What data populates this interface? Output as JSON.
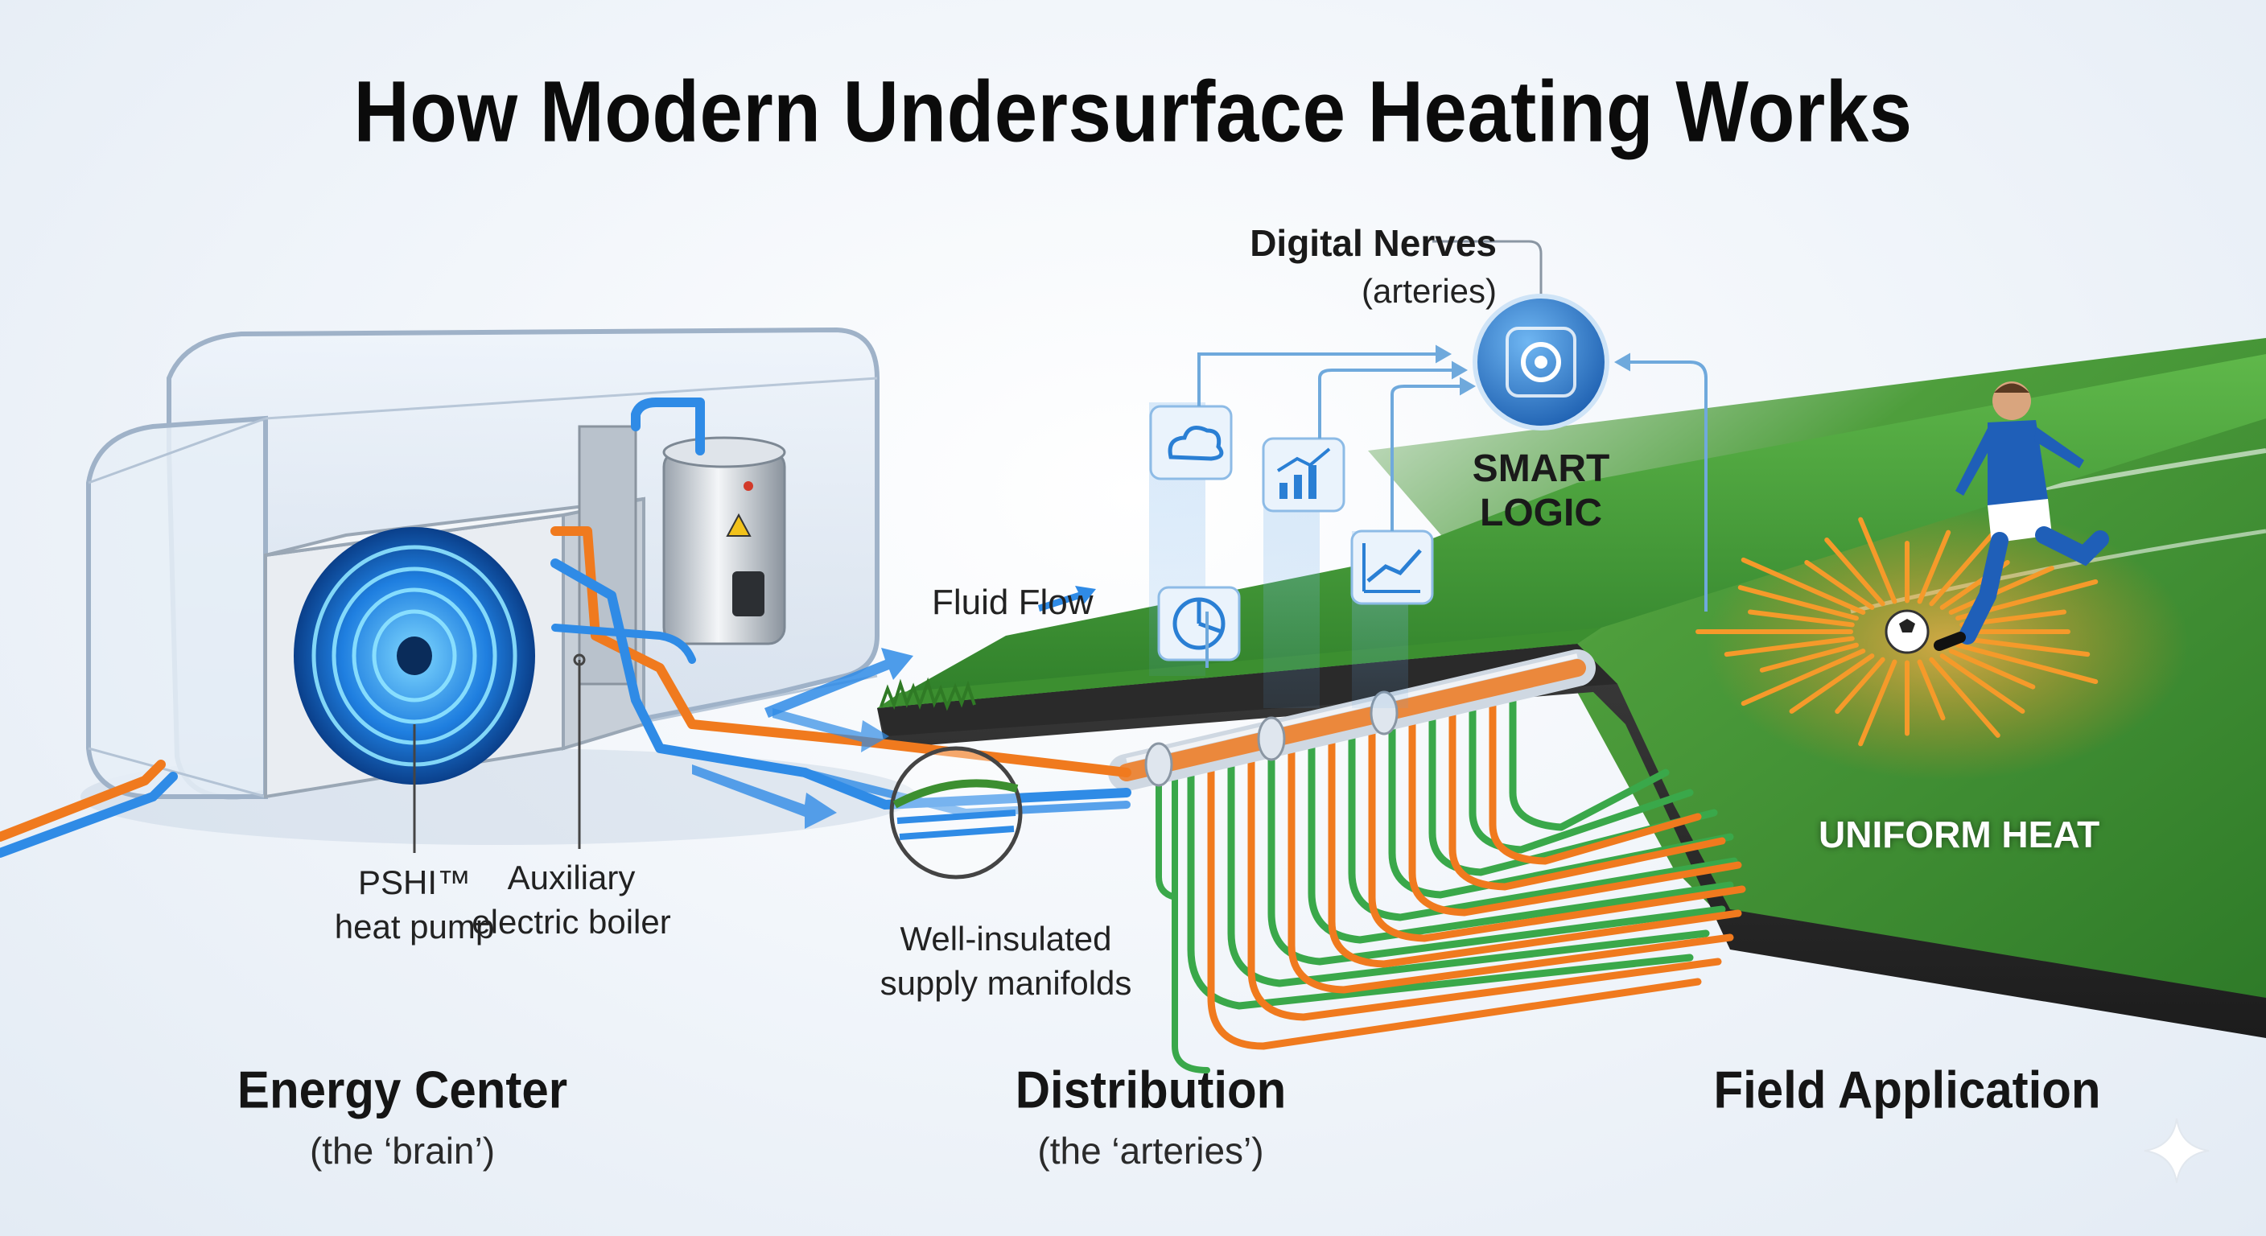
{
  "title": "How Modern Undersurface Heating Works",
  "sections": {
    "energy_center": {
      "title": "Energy Center",
      "subtitle": "(the ‘brain’)"
    },
    "distribution": {
      "title": "Distribution",
      "subtitle": "(the ‘arteries’)"
    },
    "field_application": {
      "title": "Field Application"
    }
  },
  "labels": {
    "heat_pump_line1": "PSHI™",
    "heat_pump_line2": "heat pump",
    "boiler_line1": "Auxiliary",
    "boiler_line2": "electric boiler",
    "manifolds_line1": "Well-insulated",
    "manifolds_line2": "supply manifolds",
    "fluid_flow": "Fluid Flow",
    "digital_nerves_line1": "Digital Nerves",
    "digital_nerves_line2": "(arteries)",
    "smart_logic_line1": "SMART",
    "smart_logic_line2": "LOGIC",
    "uniform_heat": "UNIFORM HEAT"
  },
  "colors": {
    "hot_pipe": "#f07a1e",
    "cold_pipe": "#2f8be6",
    "field_pipe": "#3aa84a",
    "grass": "#3f9a33",
    "accent_blue": "#2a7fd4"
  },
  "icons": [
    "cloud-icon",
    "bar-chart-icon",
    "pie-chart-icon",
    "line-chart-icon",
    "gear-icon",
    "sparkle-icon"
  ]
}
